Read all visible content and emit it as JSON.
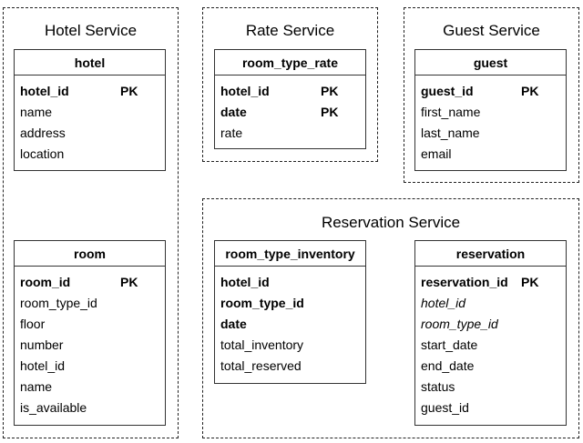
{
  "groups": {
    "hotel": {
      "title": "Hotel Service",
      "tables": {
        "hotel": {
          "name": "hotel",
          "fields": [
            {
              "name": "hotel_id",
              "key": "PK"
            },
            {
              "name": "name"
            },
            {
              "name": "address"
            },
            {
              "name": "location"
            }
          ]
        },
        "room": {
          "name": "room",
          "fields": [
            {
              "name": "room_id",
              "key": "PK"
            },
            {
              "name": "room_type_id"
            },
            {
              "name": "floor"
            },
            {
              "name": "number"
            },
            {
              "name": "hotel_id"
            },
            {
              "name": "name"
            },
            {
              "name": "is_available"
            }
          ]
        }
      }
    },
    "rate": {
      "title": "Rate Service",
      "tables": {
        "room_type_rate": {
          "name": "room_type_rate",
          "fields": [
            {
              "name": "hotel_id",
              "key": "PK"
            },
            {
              "name": "date",
              "key": "PK"
            },
            {
              "name": "rate"
            }
          ]
        }
      }
    },
    "guest": {
      "title": "Guest Service",
      "tables": {
        "guest": {
          "name": "guest",
          "fields": [
            {
              "name": "guest_id",
              "key": "PK"
            },
            {
              "name": "first_name"
            },
            {
              "name": "last_name"
            },
            {
              "name": "email"
            }
          ]
        }
      }
    },
    "reservation": {
      "title": "Reservation Service",
      "tables": {
        "room_type_inventory": {
          "name": "room_type_inventory",
          "fields": [
            {
              "name": "hotel_id",
              "bold": true
            },
            {
              "name": "room_type_id",
              "bold": true
            },
            {
              "name": "date",
              "bold": true
            },
            {
              "name": "total_inventory"
            },
            {
              "name": "total_reserved"
            }
          ]
        },
        "reservation": {
          "name": "reservation",
          "fields": [
            {
              "name": "reservation_id",
              "key": "PK"
            },
            {
              "name": "hotel_id",
              "italic": true
            },
            {
              "name": "room_type_id",
              "italic": true
            },
            {
              "name": "start_date"
            },
            {
              "name": "end_date"
            },
            {
              "name": "status"
            },
            {
              "name": "guest_id"
            }
          ]
        }
      }
    }
  }
}
